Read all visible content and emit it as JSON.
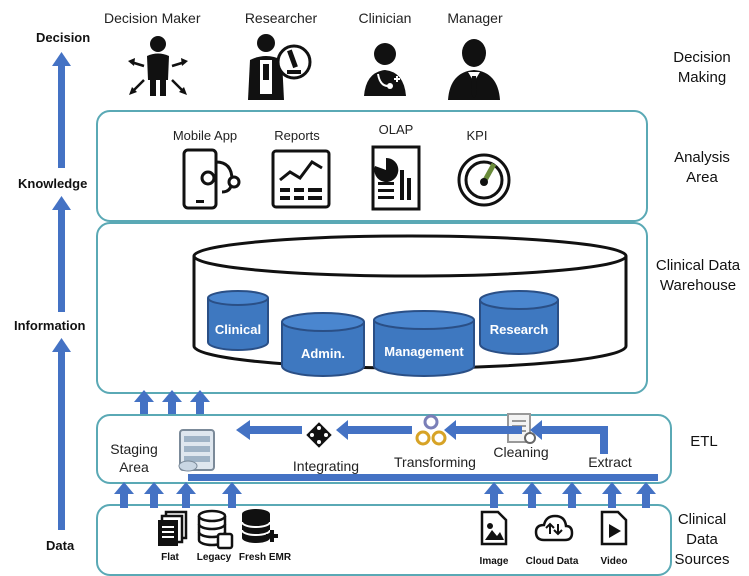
{
  "pipeline": {
    "decision": "Decision",
    "knowledge": "Knowledge",
    "information": "Information",
    "data": "Data"
  },
  "right_labels": {
    "decision_making": [
      "Decision",
      "Making"
    ],
    "analysis_area": [
      "Analysis",
      "Area"
    ],
    "warehouse": [
      "Clinical Data",
      "Warehouse"
    ],
    "etl": "ETL",
    "sources": [
      "Clinical",
      "Data",
      "Sources"
    ]
  },
  "roles": [
    "Decision Maker",
    "Researcher",
    "Clinician",
    "Manager"
  ],
  "analysis": [
    "Mobile App",
    "Reports",
    "OLAP",
    "KPI"
  ],
  "warehouse_dbs": [
    "Clinical",
    "Admin.",
    "Management",
    "Research"
  ],
  "etl": {
    "staging": [
      "Staging",
      "Area"
    ],
    "integrating": "Integrating",
    "transforming": "Transforming",
    "cleaning": "Cleaning",
    "extract": "Extract"
  },
  "sources": [
    "Flat",
    "Legacy",
    "Fresh EMR",
    "Image",
    "Cloud Data",
    "Video"
  ],
  "colors": {
    "arrow": "#4472c4",
    "panel_border": "#5aa9b5",
    "db_fill": "#3e78c0",
    "db_stroke": "#2a4f86"
  }
}
